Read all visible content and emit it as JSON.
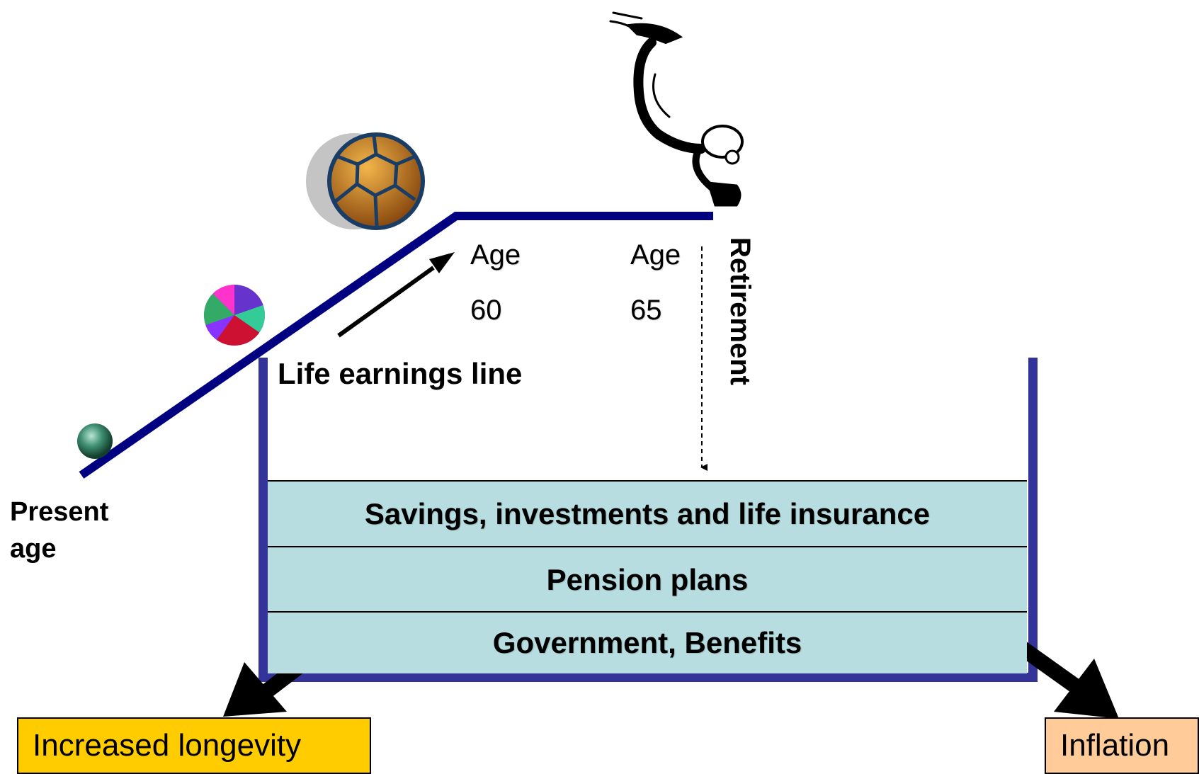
{
  "labels": {
    "age_60_word": "Age",
    "age_60_value": "60",
    "age_65_word": "Age",
    "age_65_value": "65",
    "life_earnings_line": "Life earnings line",
    "present_age_line1": "Present",
    "present_age_line2": "age",
    "retirement": "Retirement"
  },
  "layers": {
    "top": "Savings, investments and life insurance",
    "middle": "Pension plans",
    "bottom": "Government, Benefits"
  },
  "boxes": {
    "longevity": "Increased longevity",
    "inflation": "Inflation"
  },
  "colors": {
    "earnings_line": "#000080",
    "container": "#333399",
    "layer_fill": "#b7dde0",
    "longevity_fill": "#ffcc00",
    "inflation_fill": "#ffcc99"
  }
}
